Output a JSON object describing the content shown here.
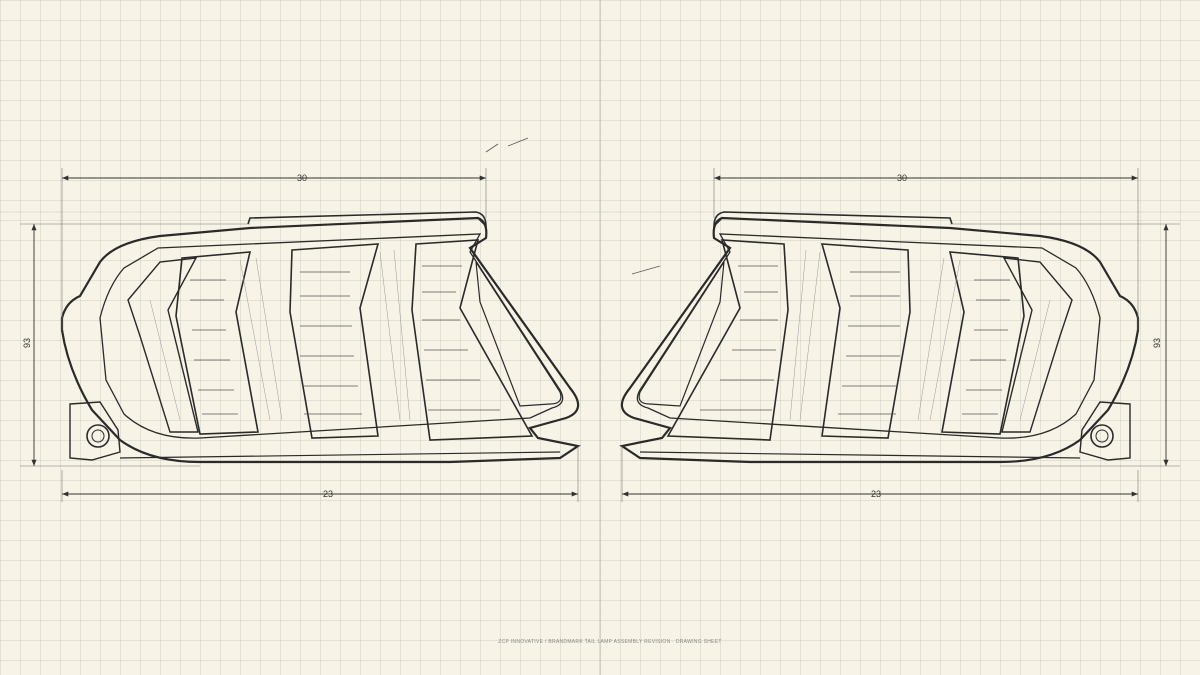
{
  "sheet": {
    "colors": {
      "paper": "#f7f3e6",
      "grid": "#c8cbbf",
      "ink": "#2a2a2a"
    },
    "footnote": "ZCP INNOVATIVE / BRANDMARK TAIL LAMP ASSEMBLY REVISION · DRAWING SHEET"
  },
  "left_lamp": {
    "dims": {
      "top": "30",
      "side": "93",
      "bottom": "23"
    }
  },
  "right_lamp": {
    "dims": {
      "top": "30",
      "side": "93",
      "bottom": "23"
    }
  }
}
